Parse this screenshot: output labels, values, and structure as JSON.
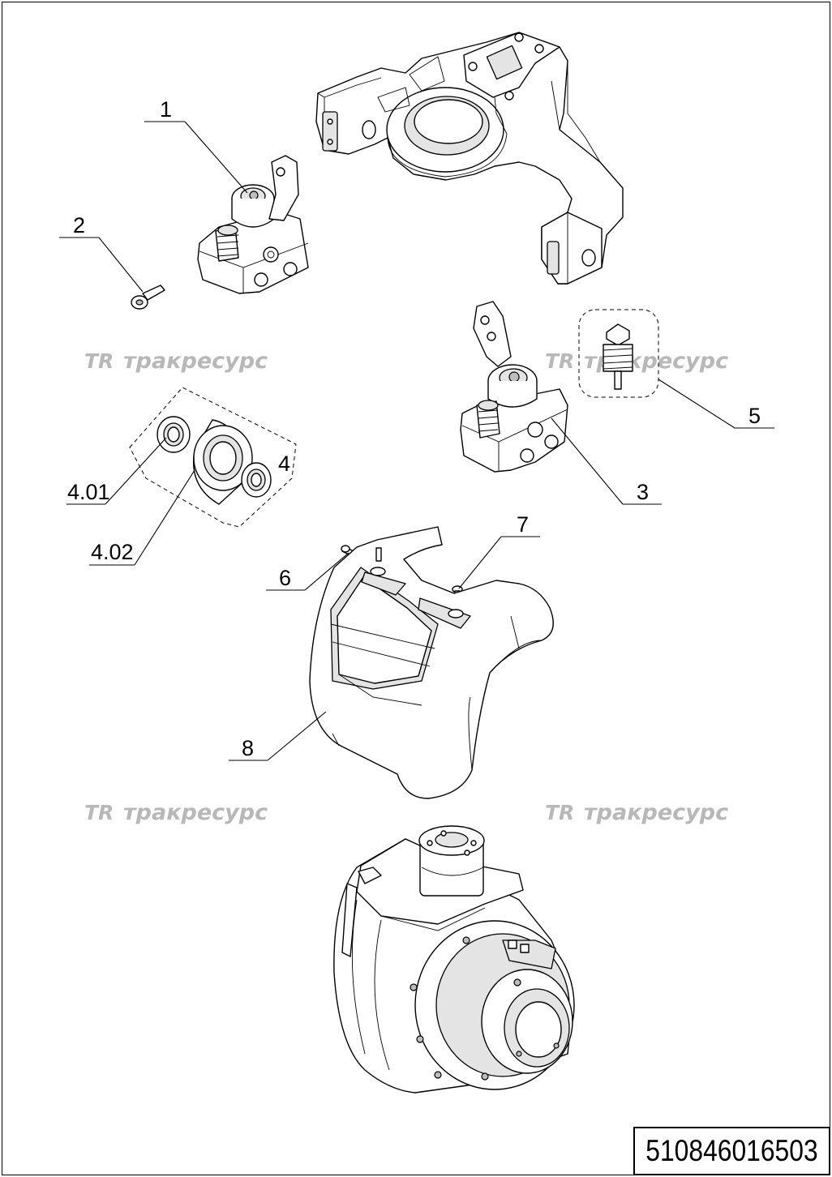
{
  "drawing_number": "510846016503",
  "watermark": {
    "logo_text": "TR",
    "brand_text": "тракресурс"
  },
  "callouts": {
    "c1": "1",
    "c2": "2",
    "c3": "3",
    "c4": "4",
    "c401": "4.01",
    "c402": "4.02",
    "c5": "5",
    "c6": "6",
    "c7": "7",
    "c8": "8"
  }
}
